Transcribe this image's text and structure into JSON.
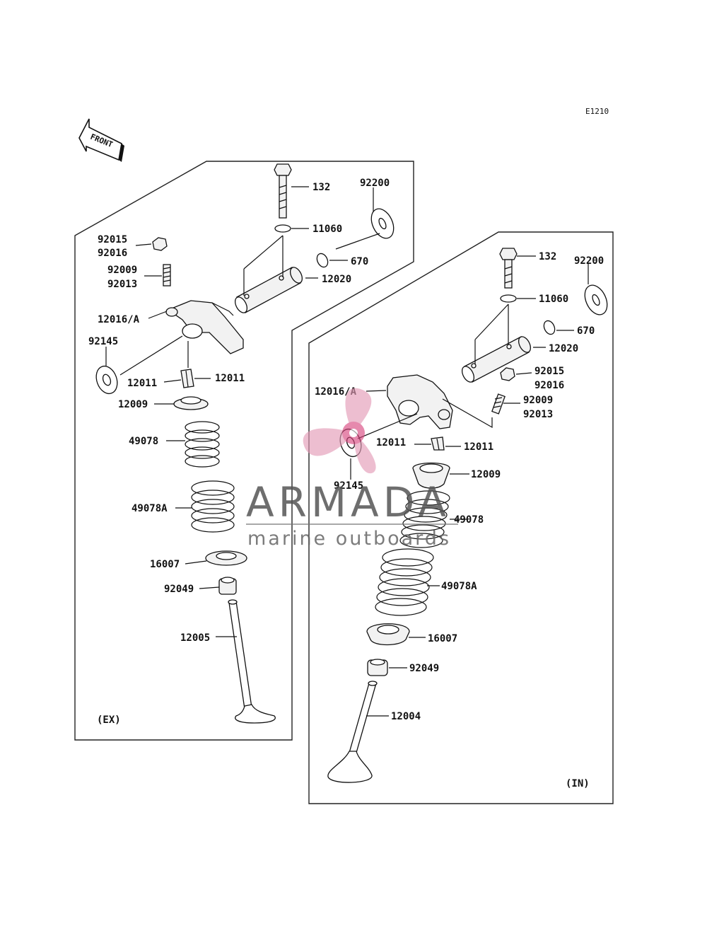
{
  "diagram_code": "E1210",
  "front_arrow_text": "FRONT",
  "watermark": {
    "title": "ARMADA",
    "subtitle": "marine outboards"
  },
  "exhaust": {
    "section_label": "(EX)",
    "labels": {
      "bolt": "132",
      "washer_cover": "92200",
      "washer": "11060",
      "o_ring": "670",
      "shaft": "12020",
      "nut_a": "92015",
      "nut_b": "92016",
      "screw_a": "92009",
      "screw_b": "92013",
      "rocker_arm": "12016/A",
      "washer_tab": "92145",
      "cotter_left": "12011",
      "cotter_right": "12011",
      "retainer": "12009",
      "spring_inner": "49078",
      "spring_outer": "49078A",
      "spring_seat": "16007",
      "stem_seal": "92049",
      "valve": "12005"
    }
  },
  "intake": {
    "section_label": "(IN)",
    "labels": {
      "bolt": "132",
      "washer_cover": "92200",
      "washer": "11060",
      "o_ring": "670",
      "shaft": "12020",
      "nut_a": "92015",
      "nut_b": "92016",
      "screw_a": "92009",
      "screw_b": "92013",
      "rocker_arm": "12016/A",
      "washer_tab": "92145",
      "cotter_left": "12011",
      "cotter_right": "12011",
      "retainer": "12009",
      "spring_inner": "49078",
      "spring_outer": "49078A",
      "spring_seat": "16007",
      "stem_seal": "92049",
      "valve": "12004"
    }
  }
}
